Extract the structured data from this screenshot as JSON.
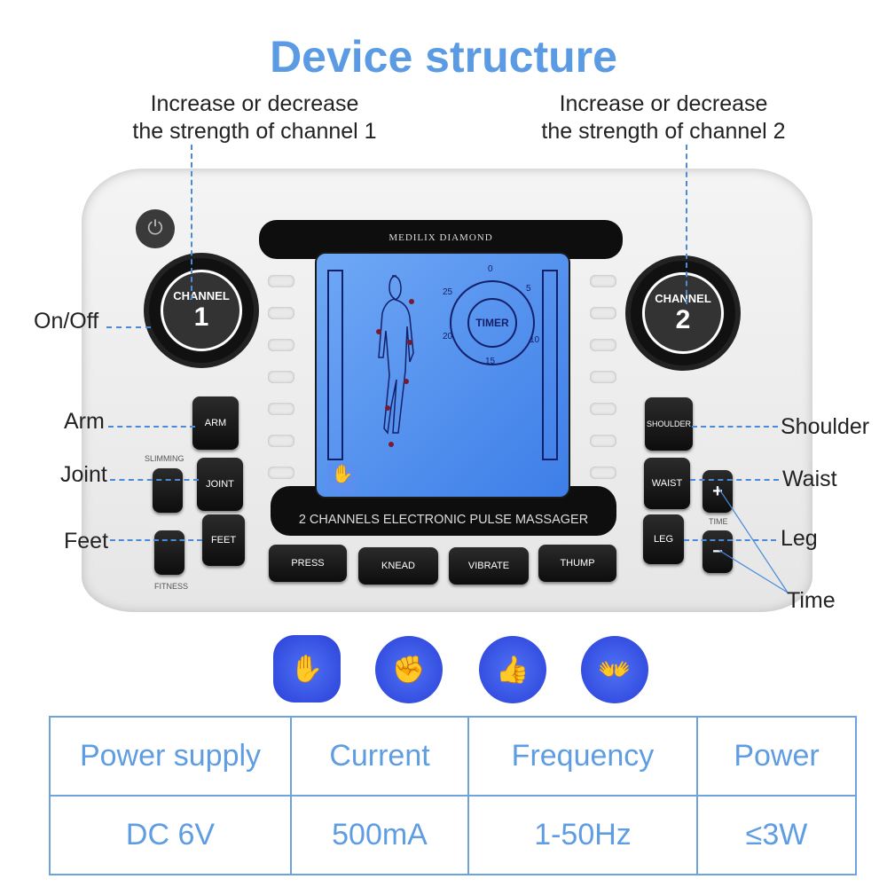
{
  "title": "Device structure",
  "callouts": {
    "channel1": [
      "Increase or decrease",
      "the strength of channel 1"
    ],
    "channel2": [
      "Increase or decrease",
      "the strength of channel 2"
    ],
    "on_off": "On/Off",
    "arm": "Arm",
    "joint": "Joint",
    "feet": "Feet",
    "shoulder": "Shoulder",
    "waist": "Waist",
    "leg": "Leg",
    "time": "Time"
  },
  "device": {
    "brand": "MEDILIX DIAMOND",
    "model": "2 CHANNELS ELECTRONIC PULSE MASSAGER",
    "knob1": {
      "label": "CHANNEL",
      "num": "1"
    },
    "knob2": {
      "label": "CHANNEL",
      "num": "2"
    },
    "left_buttons": [
      "ARM",
      "JOINT",
      "FEET"
    ],
    "left_side_labels": [
      "SLIMMING",
      "FITNESS"
    ],
    "right_buttons": [
      "SHOULDER",
      "WAIST",
      "LEG"
    ],
    "time_label": "TIME",
    "plus": "+",
    "minus": "−",
    "mode_buttons": [
      "PRESS",
      "KNEAD",
      "VIBRATE",
      "THUMP"
    ],
    "lcd": {
      "timer": "TIMER",
      "ticks": [
        "0",
        "5",
        "10",
        "15",
        "20",
        "25"
      ]
    }
  },
  "mode_icons": [
    "press-icon",
    "knead-icon",
    "vibrate-icon",
    "thump-icon"
  ],
  "specs": {
    "headers": [
      "Power supply",
      "Current",
      "Frequency",
      "Power"
    ],
    "values": [
      "DC  6V",
      "500mA",
      "1-50Hz",
      "≤3W"
    ]
  }
}
